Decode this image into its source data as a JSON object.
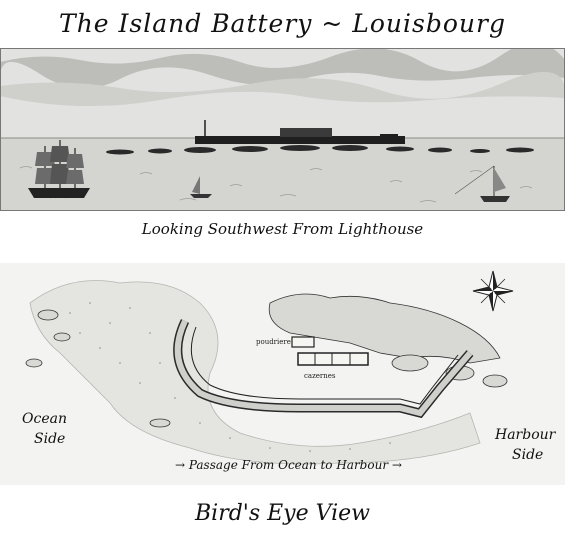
{
  "title": "The Island Battery ~ Louisbourg",
  "top_caption": "Looking Southwest From Lighthouse",
  "bottom_caption": "Bird's Eye View",
  "map": {
    "label_poudriere": "poudriere",
    "label_cazernes": "cazernes",
    "label_ocean_side_1": "Ocean",
    "label_ocean_side_2": "Side",
    "label_harbour_side_1": "Harbour",
    "label_harbour_side_2": "Side",
    "passage_label": "→ Passage From Ocean to Harbour →"
  },
  "colors": {
    "paper": "#f3f3f1",
    "ink": "#1c1c1c",
    "sea": "#c9c9c6",
    "sky": "#dcdcda"
  }
}
